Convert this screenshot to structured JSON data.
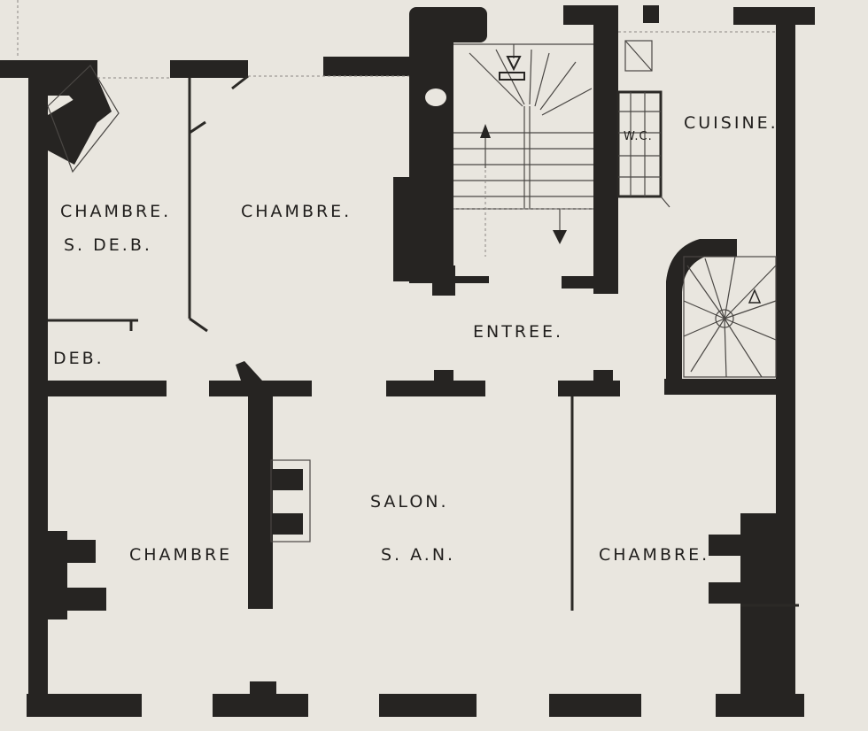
{
  "rooms": {
    "chambre_sdb_line1": "CHAMBRE.",
    "chambre_sdb_line2": "S. DE.B.",
    "chambre_top": "CHAMBRE.",
    "entree": "ENTREE.",
    "cuisine": "CUISINE.",
    "wc": "W.C.",
    "deb": "DEB.",
    "salon_line1": "SALON.",
    "salon_line2": "S. A.N.",
    "chambre_bottom_left": "CHAMBRE",
    "chambre_bottom_right": "CHAMBRE."
  },
  "colors": {
    "paper": "#e9e6df",
    "ink": "#262422"
  }
}
